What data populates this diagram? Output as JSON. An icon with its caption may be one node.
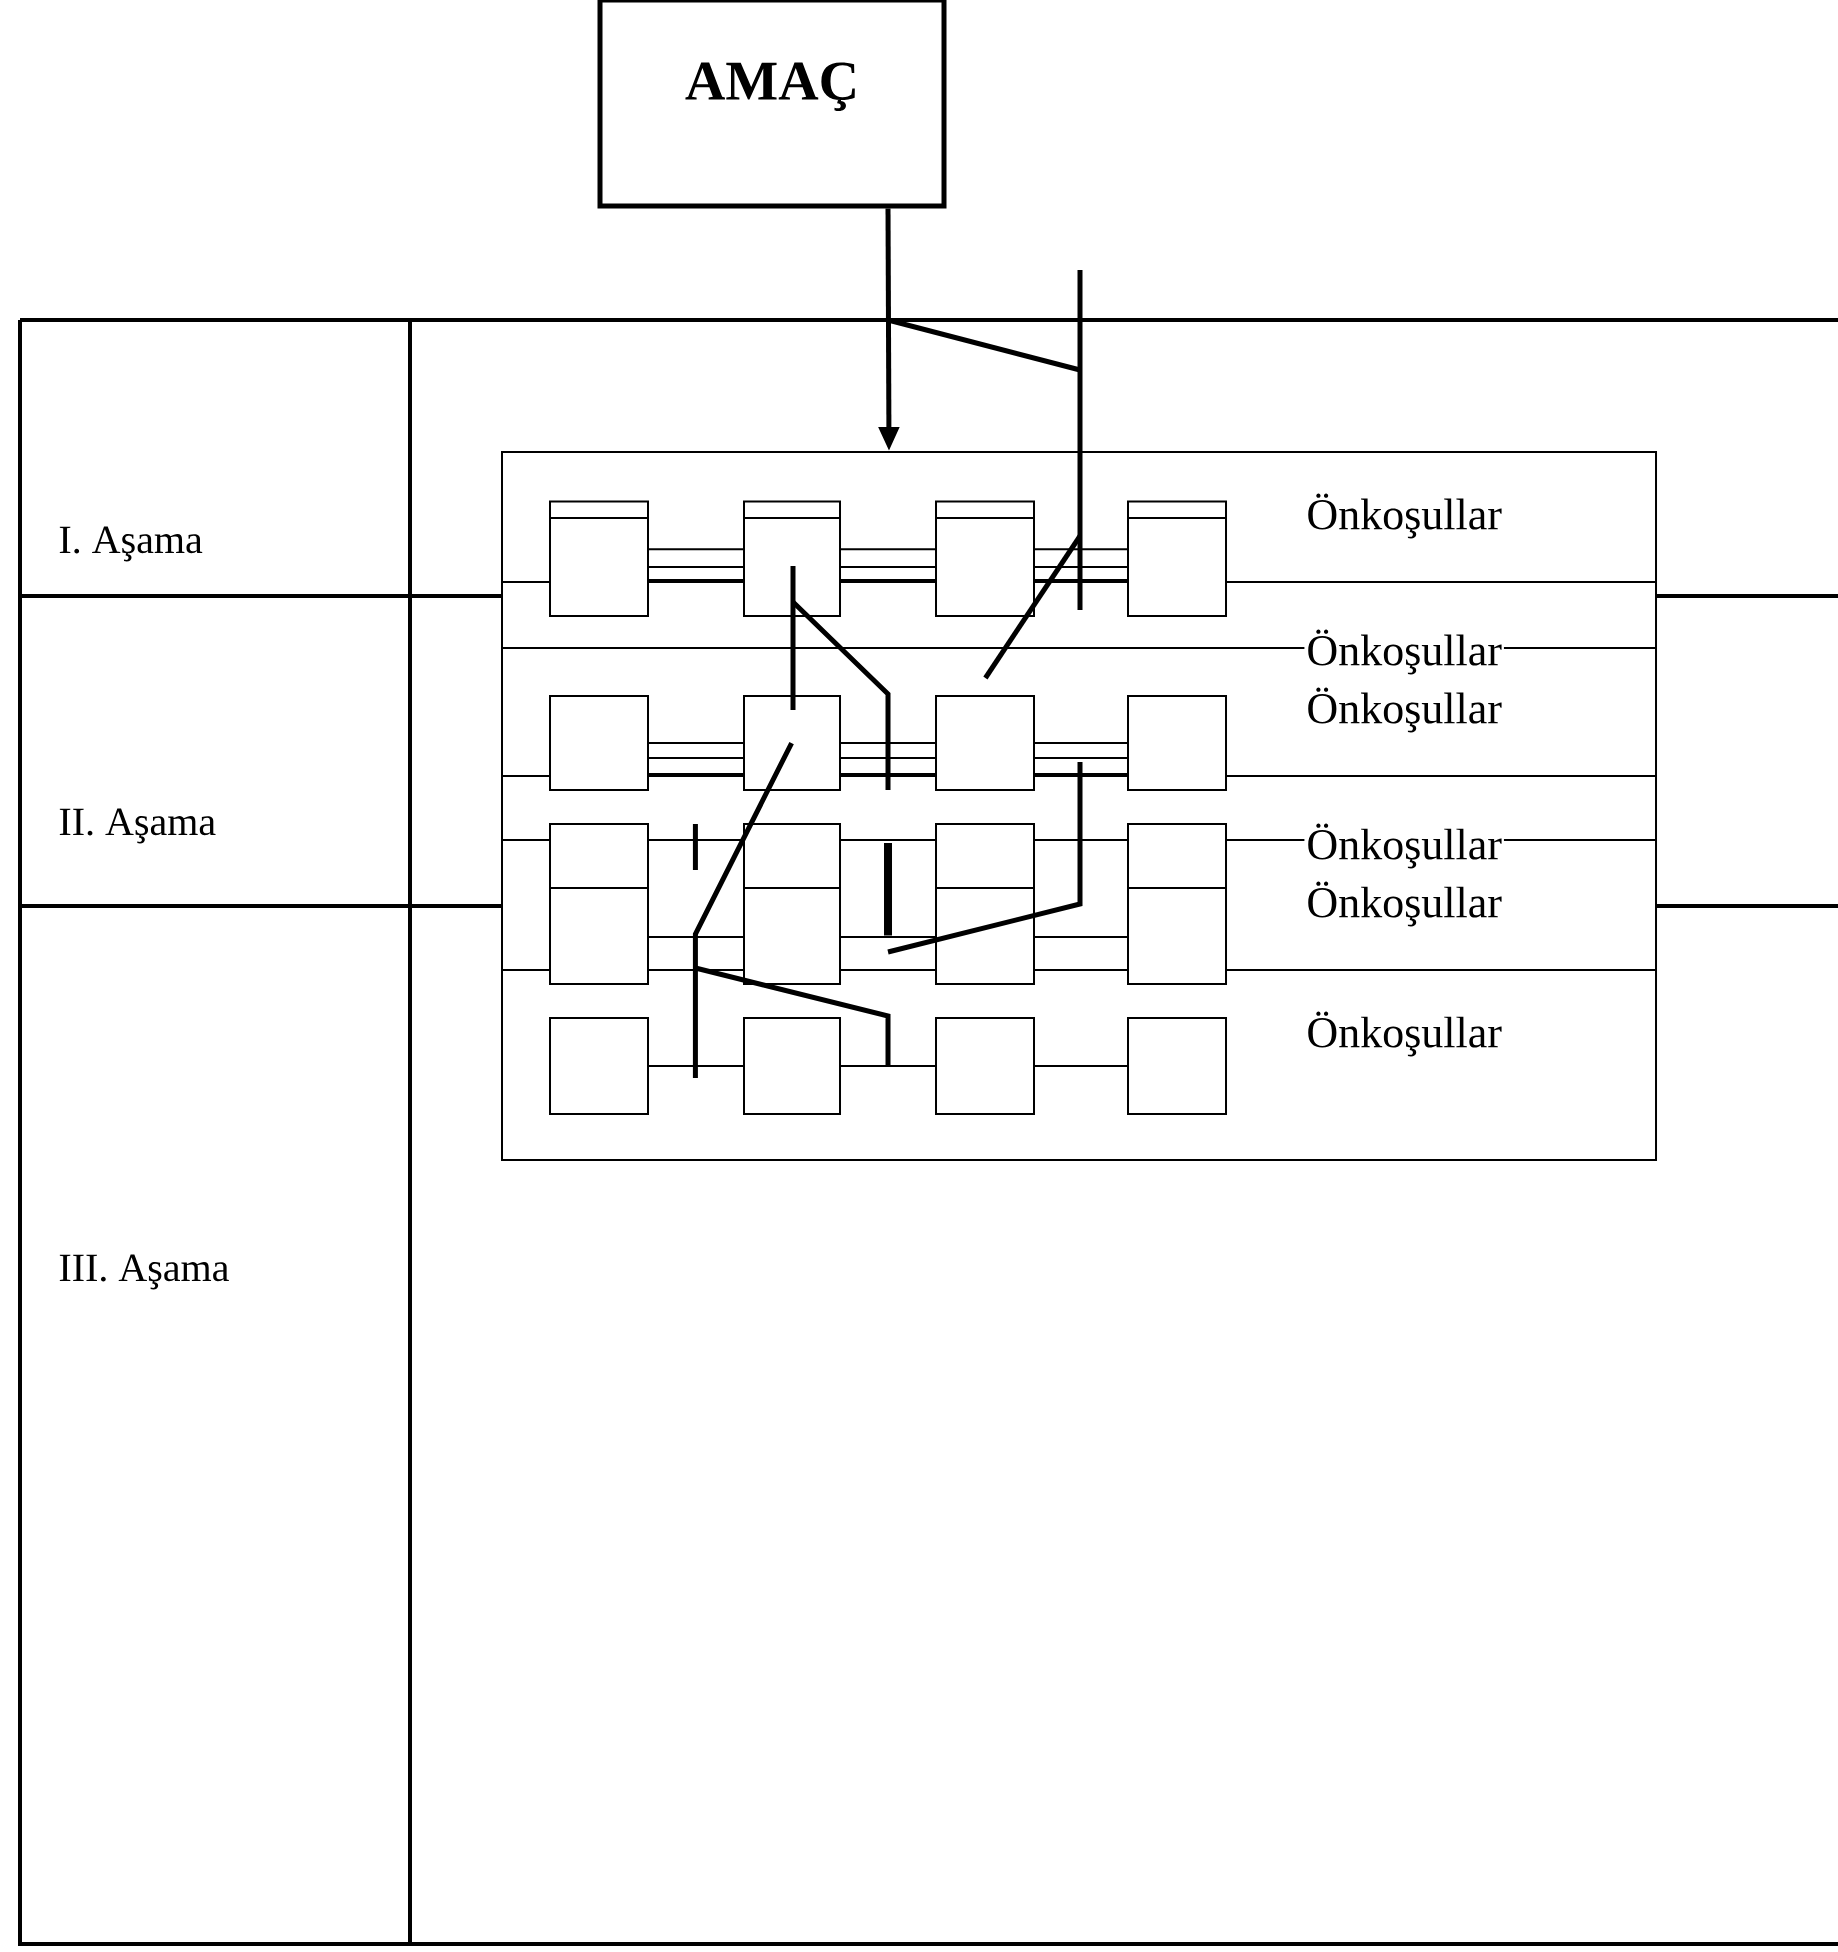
{
  "diagram": {
    "nodes": [
      {
        "text": [
          "AMAÇ"
        ]
      },
      {
        "text": [],
        "shape": "box"
      }
    ],
    "edges": [
      {
        "from": 0,
        "to": 1,
        "arrow": "to"
      }
    ],
    "labels": [
      "I. Aşama",
      "II. Aşama",
      "III. Aşama",
      "Önkoşullar",
      "Önkoşullar",
      "Önkoşullar",
      "Önkoşullar",
      "Önkoşullar",
      "Önkoşullar"
    ]
  }
}
